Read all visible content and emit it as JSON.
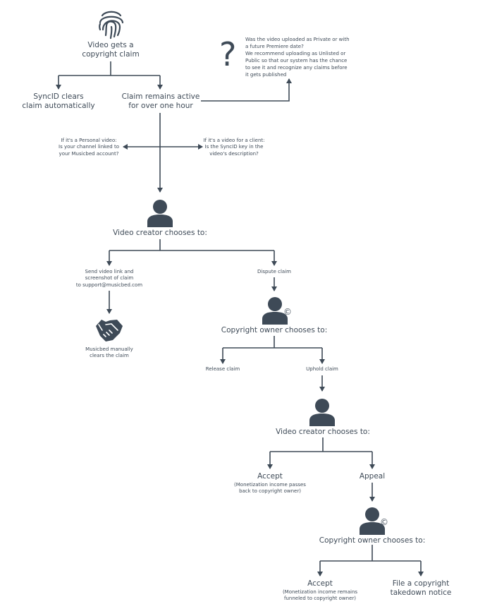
{
  "start": {
    "lines": [
      "Video gets a",
      "copyright claim"
    ],
    "icon": "fingerprint-icon"
  },
  "syncid_clears": {
    "lines": [
      "SyncID clears",
      "claim automatically"
    ]
  },
  "claim_active": {
    "lines": [
      "Claim remains active",
      "for over one hour"
    ]
  },
  "question": {
    "mark": "?",
    "lines": [
      "Was the video uploaded as Private or with",
      "a future Premiere date?",
      "We recommend uploading as Unlisted or",
      "Public so that our system has the chance",
      "to see it and recognize any claims before",
      "it gets published"
    ]
  },
  "personal_video": {
    "lines": [
      "If it's a Personal video:",
      "Is your channel linked to",
      "your Musicbed account?"
    ]
  },
  "client_video": {
    "lines": [
      "If it's a video for a client:",
      "Is the SyncID key in the",
      "video's description?"
    ]
  },
  "creator_choice_1": {
    "label": "Video creator chooses to:",
    "icon": "person-icon"
  },
  "send_link": {
    "lines": [
      "Send video link and",
      "screenshot of claim",
      "to support@musicbed.com"
    ]
  },
  "dispute": {
    "label": "Dispute claim"
  },
  "musicbed_clears": {
    "lines": [
      "Musicbed manually",
      "clears the claim"
    ],
    "icon": "handshake-icon"
  },
  "owner_choice_1": {
    "label": "Copyright owner chooses to:",
    "icon": "person-copyright-icon",
    "copyright_symbol": "©"
  },
  "release": {
    "label": "Release claim"
  },
  "uphold": {
    "label": "Uphold claim"
  },
  "creator_choice_2": {
    "label": "Video creator chooses to:",
    "icon": "person-icon"
  },
  "accept_1": {
    "label": "Accept",
    "note": [
      "(Monetization income passes",
      "back to copyright owner)"
    ]
  },
  "appeal": {
    "label": "Appeal"
  },
  "owner_choice_2": {
    "label": "Copyright owner chooses to:",
    "icon": "person-copyright-icon",
    "copyright_symbol": "©"
  },
  "accept_2": {
    "label": "Accept",
    "note": [
      "(Monetization income remains",
      "funneled to copyright owner)"
    ]
  },
  "takedown": {
    "lines": [
      "File a copyright",
      "takedown notice"
    ]
  },
  "colors": {
    "ink": "#3e4a57",
    "background": "#ffffff"
  }
}
